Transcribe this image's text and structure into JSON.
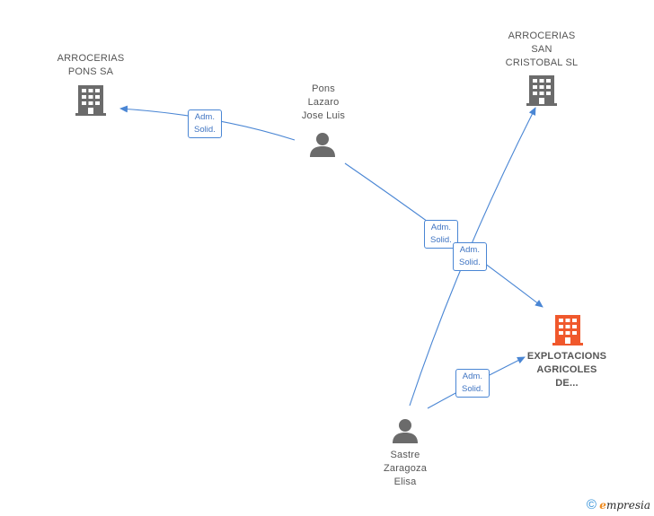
{
  "colors": {
    "edge": "#4a86d4",
    "badge_text": "#3f74c2",
    "company_icon": "#6b6b6b",
    "company_icon_highlight": "#f0582c",
    "person_icon": "#6b6b6b",
    "label": "#555555"
  },
  "nodes": {
    "arrocerias_pons": {
      "type": "company",
      "label": "ARROCERIAS\nPONS SA",
      "icon": "building-icon"
    },
    "arrocerias_san_cristobal": {
      "type": "company",
      "label": "ARROCERIAS\nSAN\nCRISTOBAL SL",
      "icon": "building-icon"
    },
    "explotaciones": {
      "type": "company",
      "label": "EXPLOTACIONS\nAGRICOLES\nDE...",
      "icon": "building-icon",
      "highlight": true
    },
    "pons_lazaro": {
      "type": "person",
      "label": "Pons\nLazaro\nJose Luis",
      "icon": "person-icon"
    },
    "sastre_zaragoza": {
      "type": "person",
      "label": "Sastre\nZaragoza\nElisa",
      "icon": "person-icon"
    }
  },
  "edges": [
    {
      "from": "pons_lazaro",
      "to": "arrocerias_pons",
      "label": "Adm.\nSolid."
    },
    {
      "from": "pons_lazaro",
      "to": "explotaciones",
      "label": "Adm.\nSolid."
    },
    {
      "from": "sastre_zaragoza",
      "to": "arrocerias_san_cristobal",
      "label": "Adm.\nSolid."
    },
    {
      "from": "sastre_zaragoza",
      "to": "explotaciones",
      "label": "Adm.\nSolid."
    }
  ],
  "brand": {
    "copyright": "©",
    "initial": "e",
    "name": "mpresia"
  }
}
